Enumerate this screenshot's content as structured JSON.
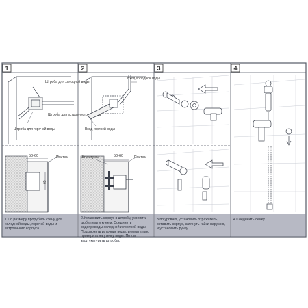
{
  "steps": [
    {
      "number": "1",
      "labels": {
        "cold_chase": "Штроба для холодной воды",
        "mixer_chase": "Штроба для встроенного корпуса",
        "hot_chase": "Штроба для горячей воды",
        "dim_top": "50-60",
        "tile": "Плитка",
        "dim_side": "65"
      },
      "caption": [
        "1.По размеру прорубить стену для",
        "холодной воды, горячей воды и",
        "встроенного корпуса."
      ]
    },
    {
      "number": "2",
      "labels": {
        "cold_inlet": "Вход холодной воды",
        "hot_inlet": "Вход горячей воды",
        "plaster": "Штукатурка",
        "dim_top": "50-60",
        "tile": "Плитка"
      },
      "caption": [
        "2.Установить корпус в штробу, укрепить",
        "дюбелями и клеем. Соединить",
        "водопроводы холодной и горячей воды.",
        "Подключить источник воды, внимательно",
        "проверить на утечку воды. Потом",
        "заштукатурить штробы."
      ]
    },
    {
      "number": "3",
      "caption": [
        "3.по уровню, установить отражатель,",
        "вставить корпус, затянуть гайки наружно,",
        "и установить ручку."
      ]
    },
    {
      "number": "4",
      "caption": [
        "4.Соединить лейку."
      ]
    }
  ],
  "colors": {
    "line": "#3a3f4a",
    "frame": "#555a66",
    "caption_bar": "#b7b9c4",
    "grid": "#c9ccd4",
    "wall": "#d9d9d9"
  }
}
